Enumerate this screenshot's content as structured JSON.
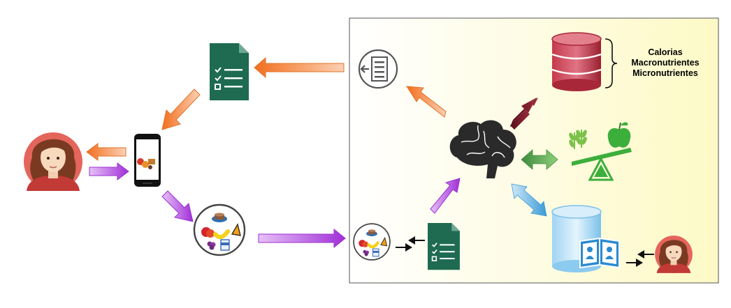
{
  "db_labels": [
    "Calorias",
    "Macronutrientes",
    "Micronutrientes"
  ],
  "icons": {
    "user": "user-avatar-icon",
    "phone": "smartphone-icon",
    "form": "checklist-form-icon",
    "food_plate": "food-plate-icon",
    "report": "report-download-icon",
    "brain": "brain-icon",
    "nutrition_db": "nutrition-database-icon",
    "balance": "diet-balance-icon",
    "user_db": "user-profile-database-icon"
  },
  "colors": {
    "orange_arrow": "#f0803c",
    "purple_arrow": "#b040e0",
    "dark_red_arrow": "#7a1c2a",
    "green_arrow": "#4e9a4e",
    "blue_arrow": "#6ab0dc",
    "form_green": "#1e6b52",
    "db_red": "#a8283a",
    "panel_gradient_end": "#fffbd0"
  }
}
